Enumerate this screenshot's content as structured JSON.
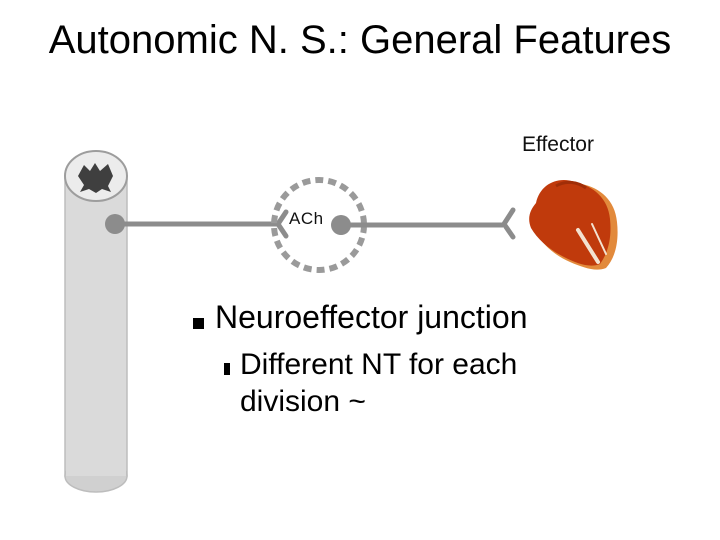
{
  "slide": {
    "title": "Autonomic N. S.:  General Features"
  },
  "diagram": {
    "effector_label": "Effector",
    "transmitter_label": "ACh"
  },
  "bullets": {
    "level1": "Neuroeffector junction",
    "level2": "Different NT for each division ~"
  },
  "colors": {
    "spinal_cord": "#d6d6d6",
    "neuron": "#8a8a8a",
    "ganglion_ring": "#9a9a9a",
    "effector_heart": "#c03a0c"
  }
}
